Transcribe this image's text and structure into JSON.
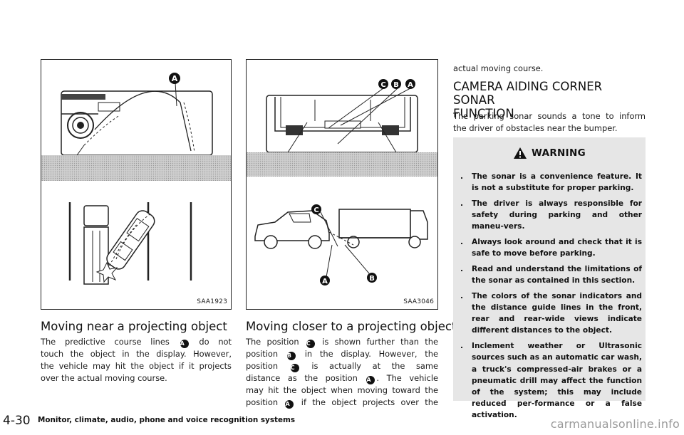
{
  "figure1": {
    "code": "SAA1923",
    "callout_a": "A"
  },
  "figure2": {
    "code": "SAA3046",
    "callout_a": "A",
    "callout_b": "B",
    "callout_c": "C"
  },
  "section1": {
    "heading": "Moving near a projecting object",
    "lines": [
      [
        "The predictive course lines ",
        "A",
        " do not"
      ],
      [
        "touch the object in the display. However,"
      ],
      [
        "the vehicle may hit the object if it projects"
      ],
      [
        "over the actual moving course."
      ]
    ]
  },
  "section2": {
    "heading": "Moving closer to a projecting object",
    "lines": [
      [
        "The position ",
        "C",
        " is shown further than the"
      ],
      [
        "position ",
        "B",
        " in the display. However, the"
      ],
      [
        "position ",
        "C",
        " is actually at the same"
      ],
      [
        "distance as the position ",
        "A",
        ". The vehicle"
      ],
      [
        "may hit the object when moving toward the"
      ],
      [
        "position ",
        "A",
        " if the object projects over the"
      ]
    ]
  },
  "section2_cont": "actual moving course.",
  "section3": {
    "heading_line1": "CAMERA AIDING CORNER SONAR",
    "heading_line2": "FUNCTION",
    "para_line1": "The parking sonar sounds a tone to inform",
    "para_line2": "the driver of obstacles near the bumper."
  },
  "warning": {
    "icon": "warning-triangle-icon",
    "title": "WARNING",
    "bullet": ".",
    "items": [
      "The sonar is a convenience feature. It is not a substitute for proper parking.",
      "The driver is always responsible for safety during parking and other maneu-vers.",
      "Always look around and check that it is safe to move before parking.",
      "Read and understand the limitations of the sonar as contained in this section.",
      "The colors of the sonar indicators and the distance guide lines in the front, rear and rear-wide views indicate different distances to the object.",
      "Inclement weather or Ultrasonic sources such as an automatic car wash, a truck's compressed-air brakes or a pneumatic drill may affect the function of the system; this may include reduced per-formance or a false activation."
    ]
  },
  "footer": {
    "page_number": "4-30",
    "section_title": "Monitor, climate, audio, phone and voice recognition systems",
    "watermark": "carmanualsonline.info"
  }
}
